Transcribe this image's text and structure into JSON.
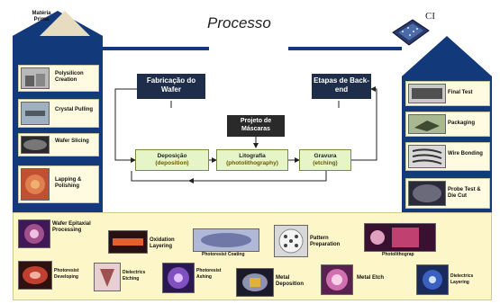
{
  "title": "Processo",
  "ci_label": "CI",
  "raw_material": "Matéria\nPrima",
  "left_steps": [
    {
      "label": "Polysilicon Creation",
      "icon": "polysilicon-icon"
    },
    {
      "label": "Crystal Pulling",
      "icon": "crystal-icon"
    },
    {
      "label": "Wafer Slicing",
      "icon": "wafer-slicing-icon"
    },
    {
      "label": "Lapping & Polishing",
      "icon": "polishing-icon"
    }
  ],
  "right_steps": [
    {
      "label": "Final Test",
      "icon": "final-test-icon"
    },
    {
      "label": "Packaging",
      "icon": "packaging-icon"
    },
    {
      "label": "Wire Bonding",
      "icon": "wire-bonding-icon"
    },
    {
      "label": "Probe Test & Die Cut",
      "icon": "probe-test-icon"
    }
  ],
  "flow": {
    "fabricacao": "Fabricação do Wafer",
    "etapas": "Etapas de Back-end",
    "projeto": "Projeto de Máscaras",
    "deposicao": "Deposição",
    "deposicao_en": "(deposition)",
    "litografia": "Litografia",
    "litografia_en": "(photolithography)",
    "gravura": "Gravura",
    "gravura_en": "(etching)"
  },
  "bottom_steps": [
    {
      "label": "Wafer Epitaxial Processing"
    },
    {
      "label": "Oxidation Layering"
    },
    {
      "label": "Photoresist Coating"
    },
    {
      "label": "Pattern Preparation"
    },
    {
      "label": "Photolithograp"
    },
    {
      "label": "Photoresist Developing"
    },
    {
      "label": "Dielectrics Etching"
    },
    {
      "label": "Photoresist Ashing"
    },
    {
      "label": "Metal Deposition"
    },
    {
      "label": "Metal Etch"
    },
    {
      "label": "Dielectrics Layering"
    }
  ],
  "colors": {
    "panel_blue": "#123a7a",
    "box_dark": "#1e2e4a",
    "box_green": "#e6f5c8",
    "bottom_bg": "#fdf6c8"
  }
}
